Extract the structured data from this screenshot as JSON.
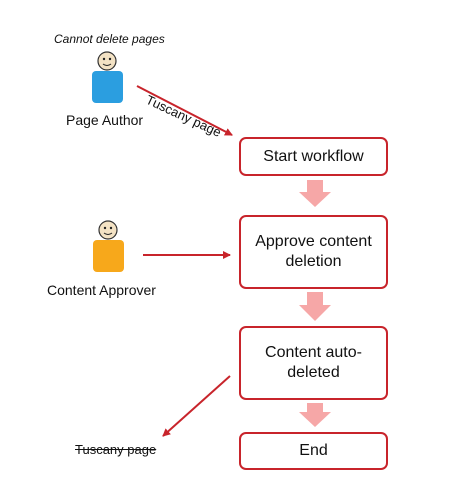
{
  "author": {
    "note": "Cannot delete pages",
    "label": "Page Author",
    "shirt_color": "#2b9ee0",
    "person_icon": "person-icon"
  },
  "approver": {
    "label": "Content Approver",
    "shirt_color": "#f7a81b",
    "person_icon": "person-icon"
  },
  "page_in": "Tuscany page",
  "page_out": "Tuscany page",
  "steps": [
    {
      "label": "Start workflow"
    },
    {
      "label": "Approve  content\ndeletion"
    },
    {
      "label": "Content auto-\ndeleted"
    },
    {
      "label": "End"
    }
  ],
  "colors": {
    "box_border": "#c8242b",
    "arrow_line": "#c8242b",
    "flow_arrow": "#f6a7a7",
    "face": "#f3e2c4"
  }
}
